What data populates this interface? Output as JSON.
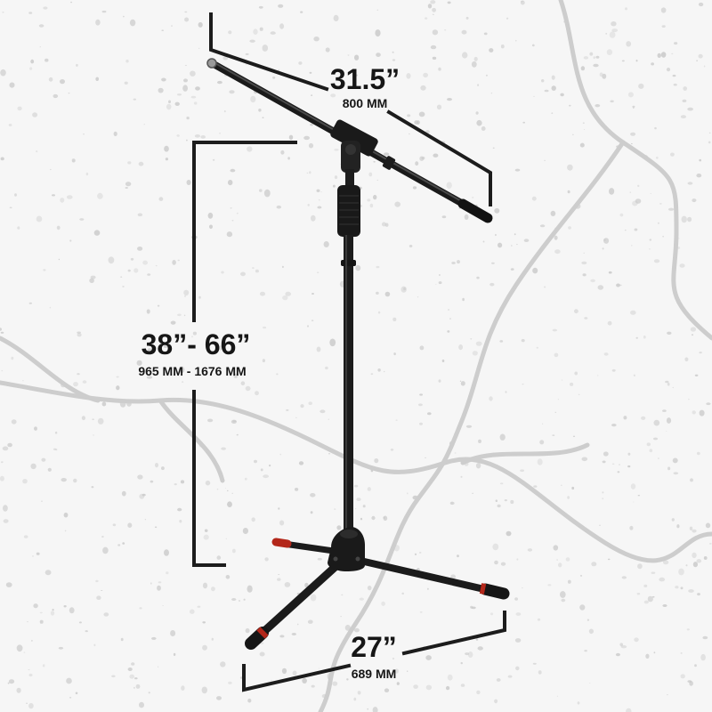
{
  "product": {
    "name": "microphone-boom-stand",
    "colors": {
      "stand": "#1b1b1b",
      "accent_red": "#b3271a",
      "bracket": "#1c1c1c",
      "background": "#f6f6f6",
      "texture": "#c9c9c9"
    }
  },
  "dimensions": {
    "boom": {
      "inches": "31.5”",
      "mm": "800 MM"
    },
    "height": {
      "inches": "38”- 66”",
      "mm": "965 MM - 1676 MM"
    },
    "base": {
      "inches": "27”",
      "mm": "689 MM"
    }
  }
}
